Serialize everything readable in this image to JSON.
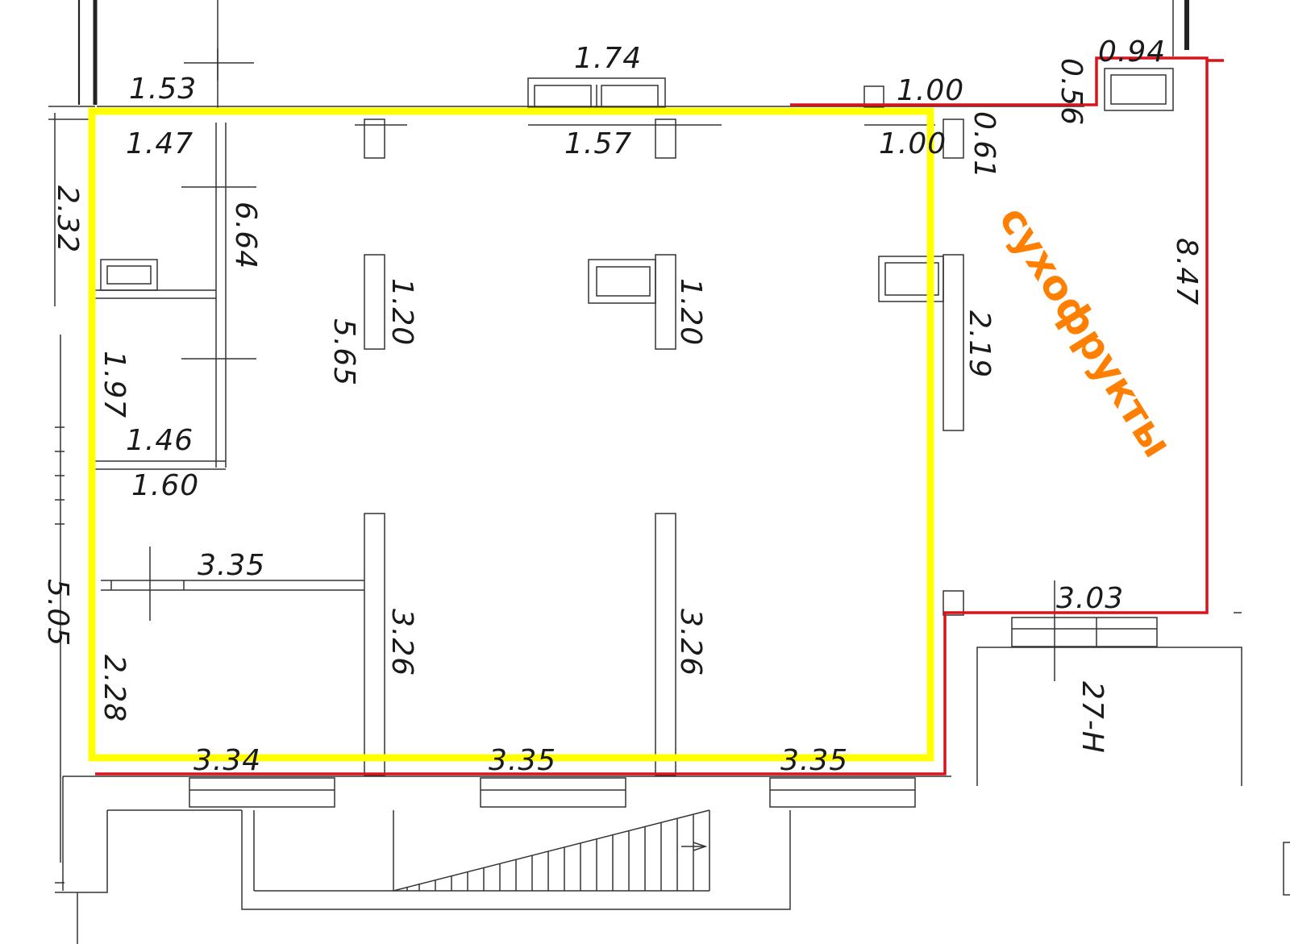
{
  "plan": {
    "dimensions": [
      {
        "id": "top-mid",
        "text": "1.74"
      },
      {
        "id": "top-right-a",
        "text": "0.94"
      },
      {
        "id": "top-right-b",
        "text": "0.56"
      },
      {
        "id": "top-left",
        "text": "1.53"
      },
      {
        "id": "top-right-c",
        "text": "1.00"
      },
      {
        "id": "room-top-left",
        "text": "1.47"
      },
      {
        "id": "room-top-mid",
        "text": "1.57"
      },
      {
        "id": "room-top-right",
        "text": "1.00"
      },
      {
        "id": "room-top-right-b",
        "text": "0.61"
      },
      {
        "id": "left-outer",
        "text": "2.32"
      },
      {
        "id": "left-wall",
        "text": "6.64"
      },
      {
        "id": "col-left-h",
        "text": "1.20"
      },
      {
        "id": "col-mid-h",
        "text": "1.20"
      },
      {
        "id": "right-col",
        "text": "2.19"
      },
      {
        "id": "mid-height",
        "text": "5.65"
      },
      {
        "id": "right-outer",
        "text": "8.47"
      },
      {
        "id": "wc-height",
        "text": "1.97"
      },
      {
        "id": "wc-width",
        "text": "1.46"
      },
      {
        "id": "wc-outer",
        "text": "1.60"
      },
      {
        "id": "lower-room-w",
        "text": "3.35"
      },
      {
        "id": "right-lower-w",
        "text": "3.03"
      },
      {
        "id": "lower-left-outer",
        "text": "5.05"
      },
      {
        "id": "wall-left-lower",
        "text": "3.26"
      },
      {
        "id": "wall-mid-lower",
        "text": "3.26"
      },
      {
        "id": "right-lower-h",
        "text": "27-Н"
      },
      {
        "id": "lower-left-h",
        "text": "2.28"
      },
      {
        "id": "bottom-left",
        "text": "3.34"
      },
      {
        "id": "bottom-mid",
        "text": "3.35"
      },
      {
        "id": "bottom-right",
        "text": "3.35"
      }
    ],
    "zone_label": "сухофрукты",
    "colors": {
      "highlight": "#ffff00",
      "boundary": "#d9131c",
      "zone_label": "#ff7f00",
      "walls": "#222222"
    }
  }
}
